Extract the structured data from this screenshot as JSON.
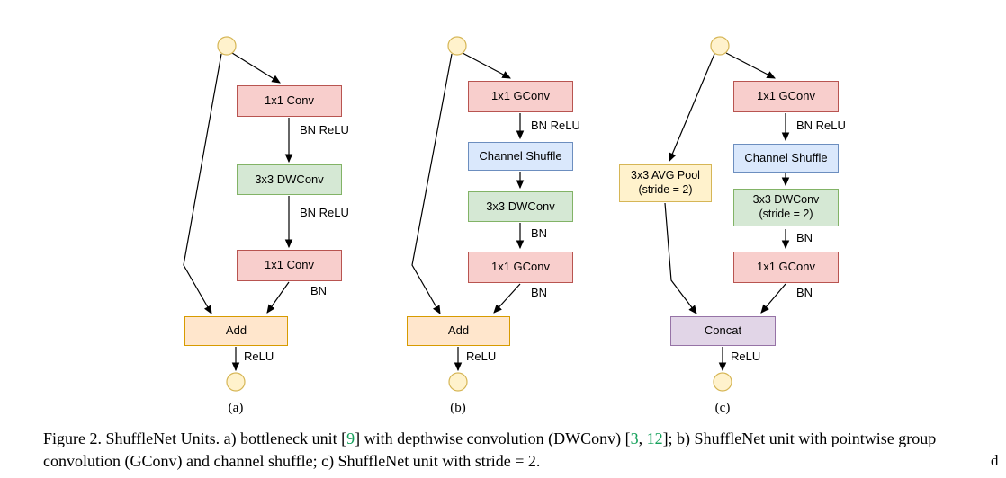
{
  "figure": {
    "units": [
      {
        "id": "a",
        "label": "(a)",
        "boxes": {
          "conv1": "1x1 Conv",
          "dwconv": "3x3 DWConv",
          "conv2": "1x1 Conv",
          "merge": "Add"
        },
        "edge_labels": {
          "after_conv1": "BN ReLU",
          "after_dwconv": "BN ReLU",
          "after_conv2": "BN",
          "after_merge": "ReLU"
        }
      },
      {
        "id": "b",
        "label": "(b)",
        "boxes": {
          "gconv1": "1x1 GConv",
          "shuffle": "Channel Shuffle",
          "dwconv": "3x3 DWConv",
          "gconv2": "1x1 GConv",
          "merge": "Add"
        },
        "edge_labels": {
          "after_gconv1": "BN ReLU",
          "after_dwconv": "BN",
          "after_gconv2": "BN",
          "after_merge": "ReLU"
        }
      },
      {
        "id": "c",
        "label": "(c)",
        "boxes": {
          "avgpool_line1": "3x3 AVG Pool",
          "avgpool_line2": "(stride = 2)",
          "gconv1": "1x1 GConv",
          "shuffle": "Channel Shuffle",
          "dwconv_line1": "3x3 DWConv",
          "dwconv_line2": "(stride = 2)",
          "gconv2": "1x1 GConv",
          "merge": "Concat"
        },
        "edge_labels": {
          "after_gconv1": "BN ReLU",
          "after_dwconv": "BN",
          "after_gconv2": "BN",
          "after_merge": "ReLU"
        }
      }
    ]
  },
  "caption": {
    "line1_part1": "Figure 2. ShuffleNet Units. a) bottleneck unit [",
    "cite_9": "9",
    "line1_part2": "] with depthwise convolution (DWConv) [",
    "cite_3": "3",
    "line1_part3": ", ",
    "cite_12": "12",
    "line1_part4": "]; b) ShuffleNet unit with pointwise group",
    "line2": "convolution (GConv) and channel shuffle; c) ShuffleNet unit with stride = 2."
  },
  "stray_fragment": "d",
  "colors": {
    "conv_box_fill": "#f8cecc",
    "conv_box_stroke": "#b85450",
    "dwconv_box_fill": "#d5e8d4",
    "dwconv_box_stroke": "#82b366",
    "channel_shuffle_box_fill": "#dae8fc",
    "channel_shuffle_box_stroke": "#6c8ebf",
    "add_box_fill": "#ffe6cc",
    "add_box_stroke": "#d79b00",
    "avg_pool_box_fill": "#fff2cc",
    "avg_pool_box_stroke": "#d6b656",
    "concat_box_fill": "#e1d5e7",
    "concat_box_stroke": "#9673a6",
    "io_node_fill": "#fff2cc",
    "io_node_stroke": "#d6b656",
    "citation_color": "#14a05a",
    "arrow_color": "#000000"
  }
}
